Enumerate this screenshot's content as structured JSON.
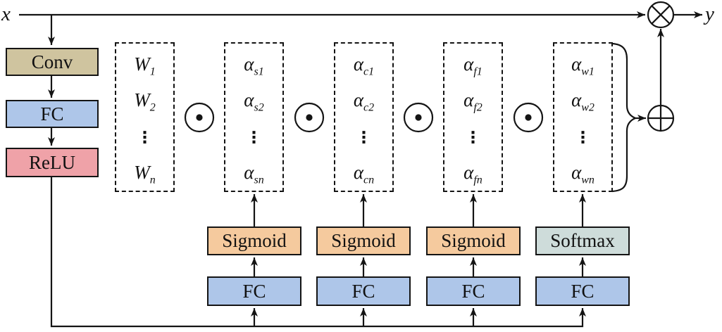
{
  "labels": {
    "input": "x",
    "output": "y"
  },
  "colors": {
    "conv": "#cfc49f",
    "fc": "#aec6e9",
    "relu": "#efa2a8",
    "sigmoid": "#f5ca9e",
    "softmax": "#cedcda",
    "stroke": "#141414"
  },
  "chain": {
    "conv": "Conv",
    "fc": "FC",
    "relu": "ReLU"
  },
  "operators": {
    "hadamard": "⊙",
    "sum": "⊕",
    "product": "⊗"
  },
  "weights": {
    "rows": [
      {
        "base": "W",
        "sub": "1"
      },
      {
        "base": "W",
        "sub": "2"
      },
      {
        "base": "⋮",
        "sub": ""
      },
      {
        "base": "W",
        "sub": "n"
      }
    ]
  },
  "branches": [
    {
      "alphas": [
        {
          "base": "α",
          "sub": "s1"
        },
        {
          "base": "α",
          "sub": "s2"
        },
        {
          "base": "⋮",
          "sub": ""
        },
        {
          "base": "α",
          "sub": "sn"
        }
      ],
      "activation": "Sigmoid",
      "fc": "FC"
    },
    {
      "alphas": [
        {
          "base": "α",
          "sub": "c1"
        },
        {
          "base": "α",
          "sub": "c2"
        },
        {
          "base": "⋮",
          "sub": ""
        },
        {
          "base": "α",
          "sub": "cn"
        }
      ],
      "activation": "Sigmoid",
      "fc": "FC"
    },
    {
      "alphas": [
        {
          "base": "α",
          "sub": "f1"
        },
        {
          "base": "α",
          "sub": "f2"
        },
        {
          "base": "⋮",
          "sub": ""
        },
        {
          "base": "α",
          "sub": "fn"
        }
      ],
      "activation": "Sigmoid",
      "fc": "FC"
    },
    {
      "alphas": [
        {
          "base": "α",
          "sub": "w1"
        },
        {
          "base": "α",
          "sub": "w2"
        },
        {
          "base": "⋮",
          "sub": ""
        },
        {
          "base": "α",
          "sub": "wn"
        }
      ],
      "activation": "Softmax",
      "fc": "FC"
    }
  ]
}
